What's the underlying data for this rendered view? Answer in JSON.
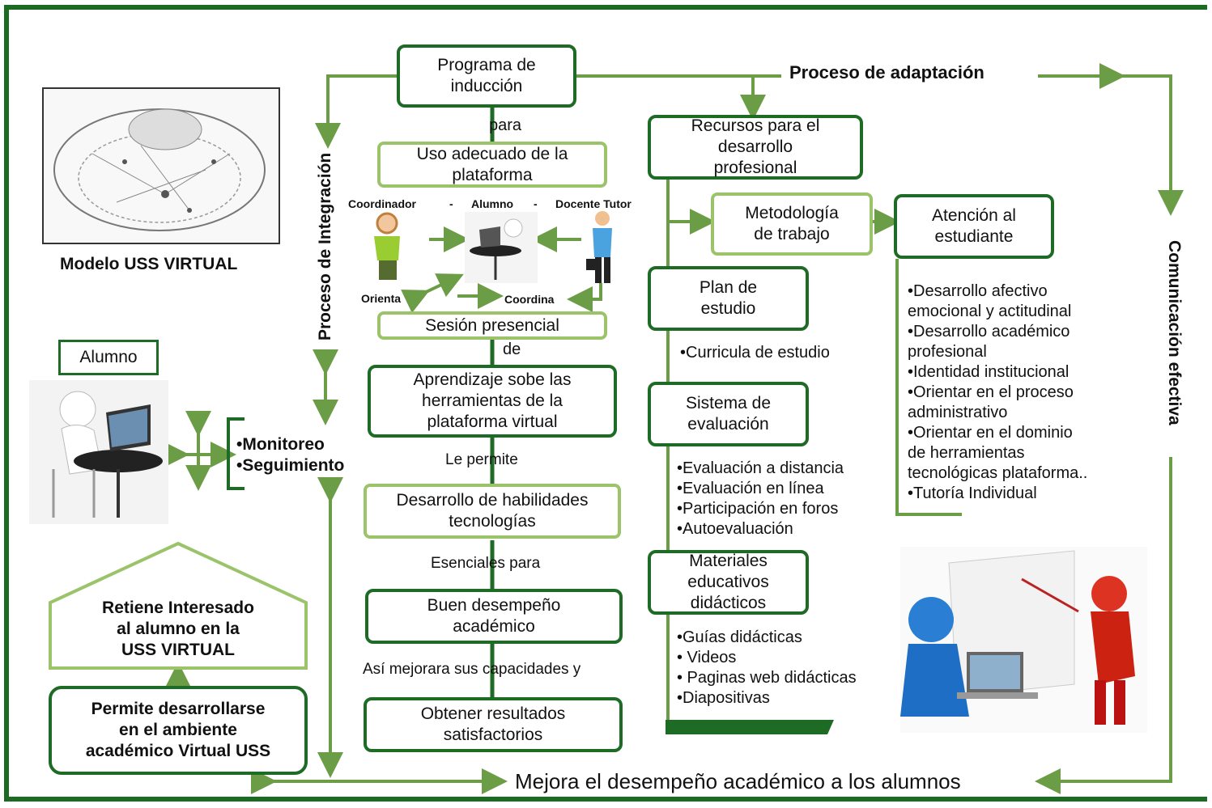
{
  "model_label": "Modelo USS VIRTUAL",
  "alumno_box": "Alumno",
  "monitoreo": "•Monitoreo",
  "seguimiento": "•Seguimiento",
  "retiene": "Retiene Interesado\nal alumno en la\nUSS VIRTUAL",
  "permite": "Permite desarrollarse\nen el ambiente\nacadémico Virtual USS",
  "proceso_integracion": "Proceso de Integración",
  "programa": "Programa de\ninducción",
  "para": "para",
  "uso": "Uso adecuado de la\nplataforma",
  "roles": {
    "coordinador": "Coordinador",
    "dash1": "-",
    "alumno": "Alumno",
    "dash2": "-",
    "docente": "Docente Tutor",
    "orienta": "Orienta",
    "coordina": "Coordina"
  },
  "sesion": "Sesión presencial",
  "de": "de",
  "aprendizaje": "Aprendizaje sobe las\nherramientas de la\nplataforma virtual",
  "le_permite": "Le permite",
  "desarrollo": "Desarrollo de habilidades\ntecnologías",
  "esenciales": "Esenciales para",
  "buen": "Buen desempeño\nacadémico",
  "asi": "Así mejorara sus capacidades y",
  "obtener": "Obtener resultados\nsatisfactorios",
  "proceso_adaptacion": "Proceso de adaptación",
  "recursos": "Recursos para el\ndesarrollo\nprofesional",
  "metodologia": "Metodología\nde trabajo",
  "atencion": "Atención al\nestudiante",
  "atencion_items": "•Desarrollo afectivo\nemocional y actitudinal\n•Desarrollo académico\nprofesional\n•Identidad institucional\n•Orientar en el proceso\nadministrativo\n•Orientar en el dominio\nde herramientas\ntecnológicas plataforma..\n•Tutoría Individual",
  "plan": "Plan de\nestudio",
  "plan_items": "•Curricula de estudio",
  "sistema": "Sistema de\nevaluación",
  "sistema_items": "•Evaluación a distancia\n•Evaluación en línea\n•Participación  en foros\n•Autoevaluación",
  "materiales": "Materiales\neducativos\ndidácticos",
  "materiales_items": "•Guías didácticas\n• Videos\n• Paginas web didácticas\n•Diapositivas",
  "comunicacion": "Comunicación efectiva",
  "mejora": "Mejora el desempeño académico a los alumnos",
  "colors": {
    "dark_green": "#1e6b25",
    "light_green": "#9bc46a",
    "arrow_green": "#5e9a3c"
  }
}
